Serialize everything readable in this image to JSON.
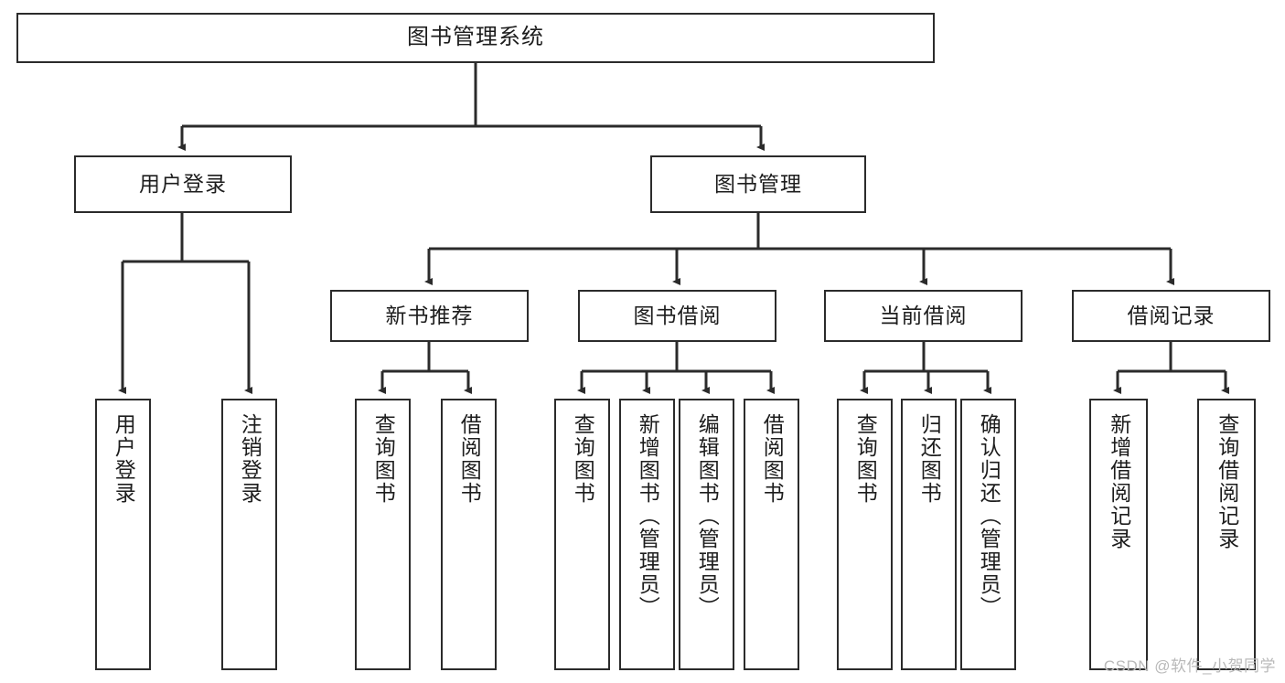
{
  "diagram": {
    "type": "tree",
    "title": "图书管理系统",
    "orientation": "top-down",
    "colors": {
      "box_border": "#2b2b2b",
      "box_fill": "#ffffff",
      "edge": "#2b2b2b",
      "text": "#1d1d1d",
      "watermark": "#b9b9b9"
    },
    "root": {
      "label": "图书管理系统"
    },
    "level2": [
      {
        "label": "用户登录"
      },
      {
        "label": "图书管理"
      }
    ],
    "level3": [
      {
        "label": "新书推荐"
      },
      {
        "label": "图书借阅"
      },
      {
        "label": "当前借阅"
      },
      {
        "label": "借阅记录"
      }
    ],
    "leaves": {
      "user_login": [
        {
          "label": "用户登录"
        },
        {
          "label": "注销登录"
        }
      ],
      "new_books": [
        {
          "label": "查询图书"
        },
        {
          "label": "借阅图书"
        }
      ],
      "borrow_books": [
        {
          "label": "查询图书"
        },
        {
          "label": "新增图书（管理员）"
        },
        {
          "label": "编辑图书（管理员）"
        },
        {
          "label": "借阅图书"
        }
      ],
      "current_borrow": [
        {
          "label": "查询图书"
        },
        {
          "label": "归还图书"
        },
        {
          "label": "确认归还（管理员）"
        }
      ],
      "borrow_records": [
        {
          "label": "新增借阅记录"
        },
        {
          "label": "查询借阅记录"
        }
      ]
    }
  },
  "watermark": {
    "text": "CSDN @软件_小贺同学"
  }
}
